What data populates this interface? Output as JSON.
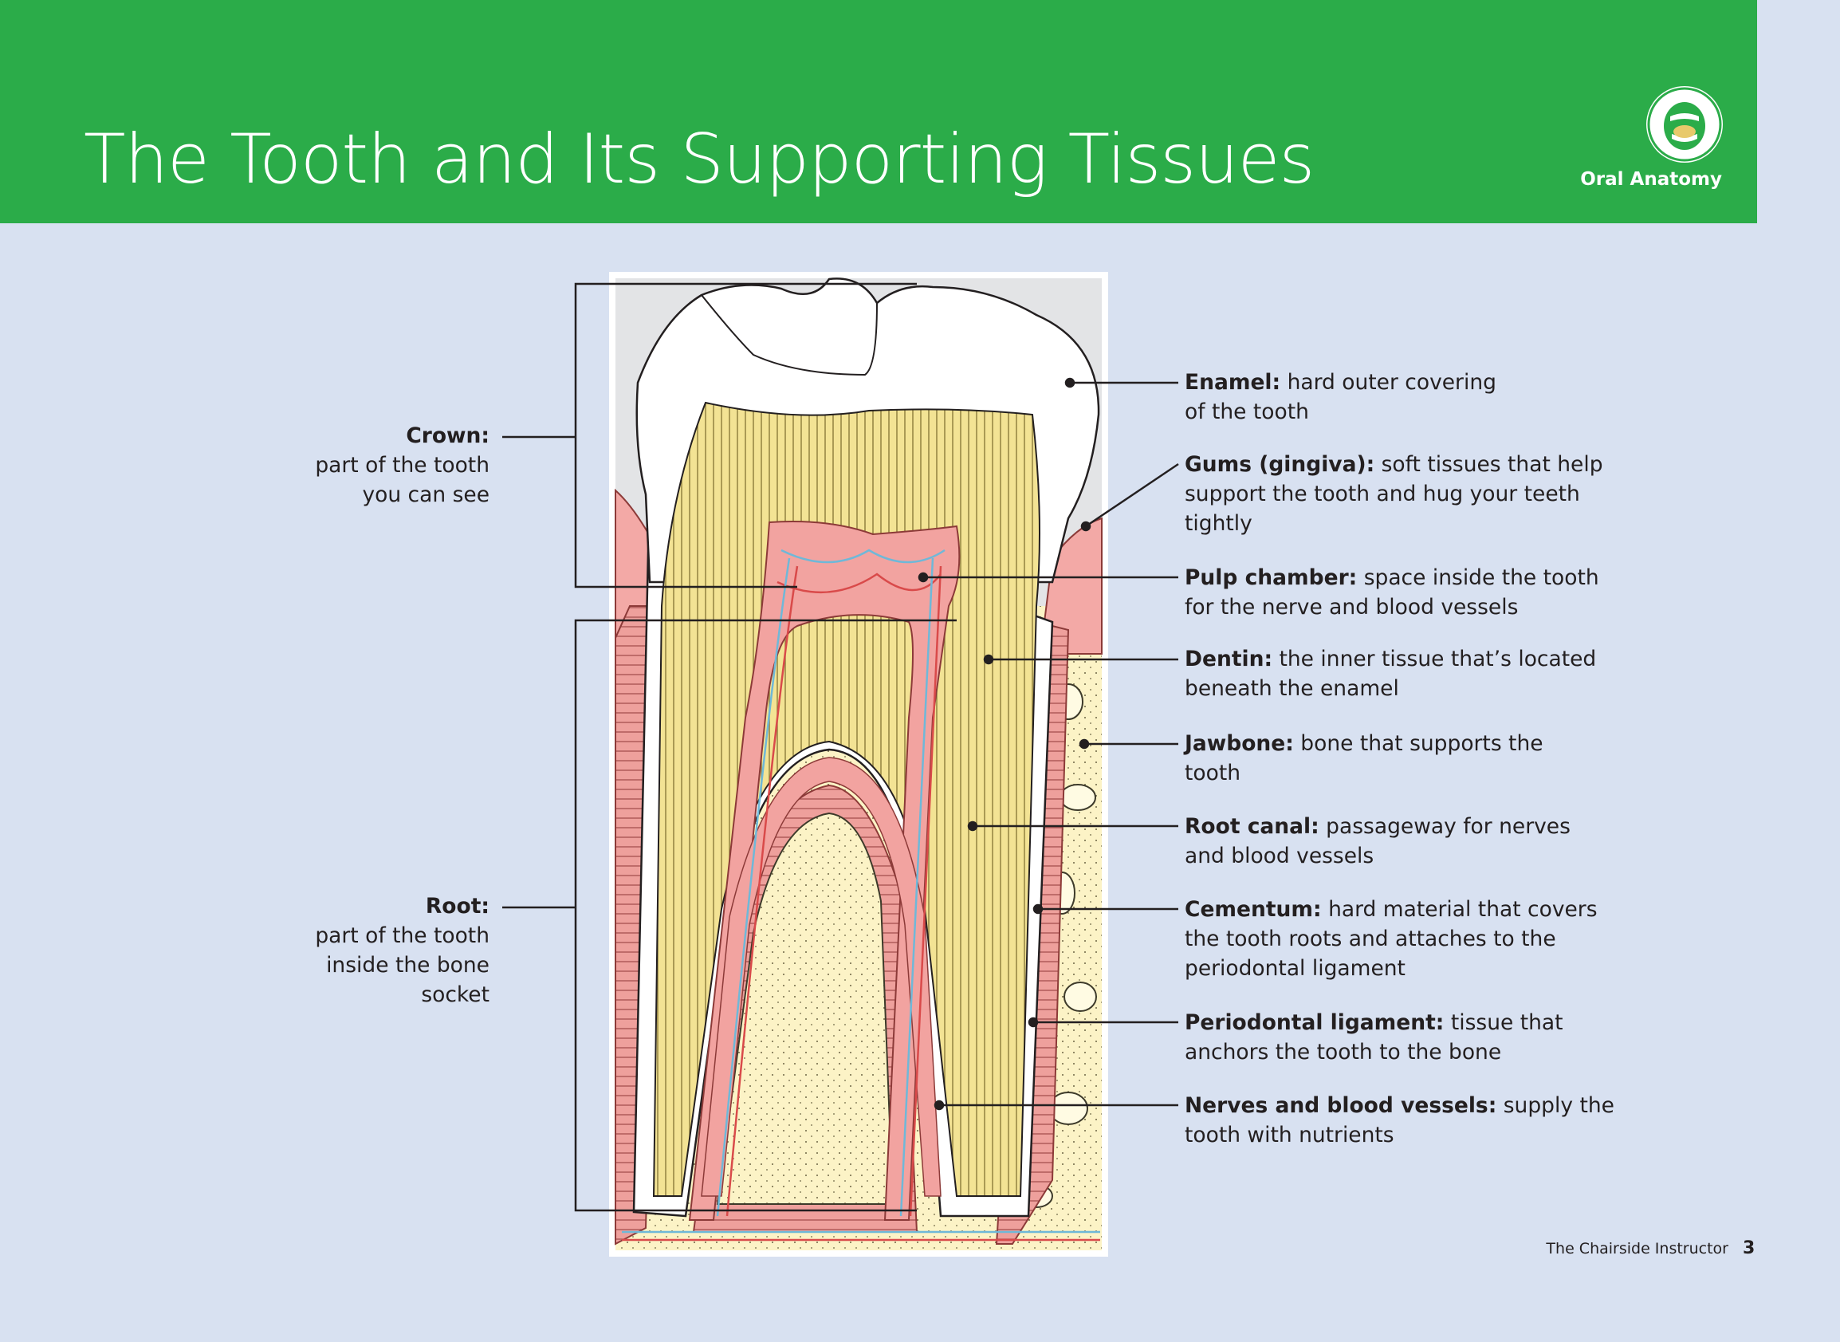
{
  "header": {
    "title": "The Tooth and Its Supporting Tissues",
    "section": "Oral Anatomy",
    "section_icon": "open-mouth-icon",
    "bg_color": "#2bac49"
  },
  "labels_left": {
    "crown": {
      "term": "Crown:",
      "lines": [
        "part of the tooth",
        "you can see"
      ]
    },
    "root": {
      "term": "Root:",
      "lines": [
        "part of the tooth",
        "inside the bone",
        "socket"
      ]
    }
  },
  "labels_right": {
    "enamel": {
      "term": "Enamel:",
      "desc1": "hard outer covering",
      "desc2": "of the tooth"
    },
    "gums": {
      "term": "Gums (gingiva):",
      "desc1": "soft tissues that help",
      "desc2": "support the tooth and hug your teeth",
      "desc3": "tightly"
    },
    "pulp": {
      "term": "Pulp chamber:",
      "desc1": "space inside the tooth",
      "desc2": "for the nerve and blood vessels"
    },
    "dentin": {
      "term": "Dentin:",
      "desc1": "the inner tissue that’s located",
      "desc2": "beneath the enamel"
    },
    "jawbone": {
      "term": "Jawbone:",
      "desc1": "bone that supports the",
      "desc2": "tooth"
    },
    "canal": {
      "term": "Root canal:",
      "desc1": "passageway for nerves",
      "desc2": "and blood vessels"
    },
    "cementum": {
      "term": "Cementum:",
      "desc1": "hard material that covers",
      "desc2": "the tooth roots and attaches to the",
      "desc3": "periodontal ligament"
    },
    "ligament": {
      "term": "Periodontal ligament:",
      "desc1": "tissue that",
      "desc2": "anchors the tooth to the bone"
    },
    "nerves": {
      "term": "Nerves and blood vessels:",
      "desc1": "supply the",
      "desc2": "tooth with nutrients"
    }
  },
  "footer": {
    "book": "The Chairside Instructor",
    "page": "3"
  },
  "colors": {
    "enamel": "#ffffff",
    "dentin": "#f3e394",
    "pulp": "#f2a3a0",
    "gum": "#f3a9a6",
    "bone": "#fcf3c6",
    "vessel_blue": "#6fb8d8",
    "vessel_red": "#d94a4a"
  }
}
